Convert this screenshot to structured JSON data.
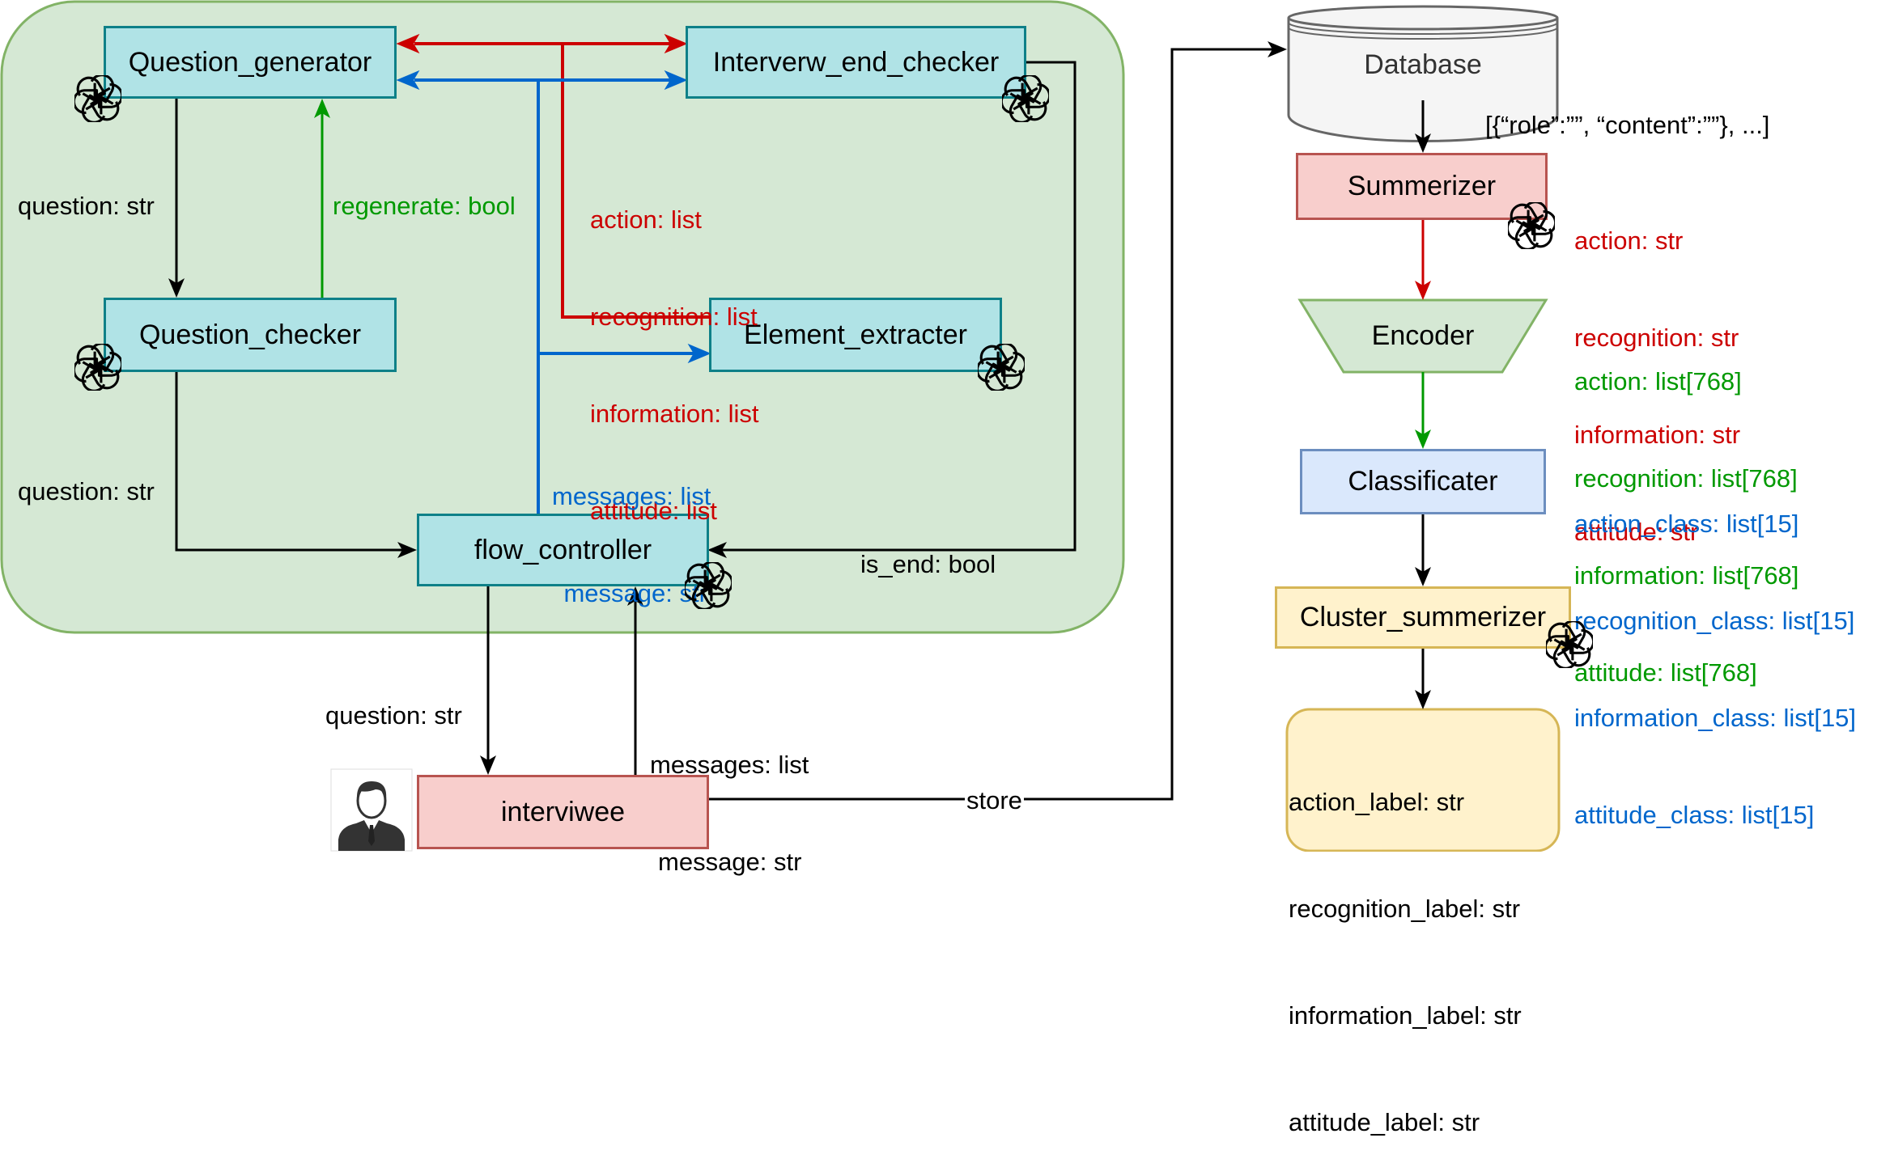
{
  "colors": {
    "panel_fill": "#d5e8d4",
    "panel_border": "#82b366",
    "teal_fill": "#b0e3e6",
    "teal_border": "#0e8088",
    "red_fill": "#f8cecc",
    "red_border": "#b85450",
    "blue_fill": "#dae8fc",
    "blue_border": "#6c8ebf",
    "yellow_fill": "#fff2cc",
    "yellow_border": "#d6b656",
    "arrow_red": "#cc0000",
    "arrow_blue": "#0066cc",
    "arrow_green": "#009900",
    "arrow_black": "#000000"
  },
  "icons": {
    "model": "openai-logo-icon",
    "person": "user-avatar-icon",
    "storage": "database-cylinder-icon"
  },
  "nodes": {
    "question_generator": "Question_generator",
    "interview_end_checker": "Interverw_end_checker",
    "question_checker": "Question_checker",
    "element_extracter": "Element_extracter",
    "flow_controller": "flow_controller",
    "interviwee": "interviwee",
    "database": "Database",
    "summerizer": "Summerizer",
    "encoder": "Encoder",
    "classificater": "Classificater",
    "cluster_summerizer": "Cluster_summerizer"
  },
  "labels": {
    "question_str_1": "question: str",
    "regenerate": "regenerate: bool",
    "question_str_2": "question: str",
    "extracted_elements": [
      "action: list",
      "recognition: list",
      "information: list",
      "attitude: list"
    ],
    "controller_messages": [
      "messages: list",
      "message: str"
    ],
    "is_end": "is_end: bool",
    "question_str_3": "question: str",
    "interviewee_messages": [
      "messages: list",
      "message: str"
    ],
    "store": "store",
    "db_format": "[{“role”:””, “content”:””}, ...]",
    "summary_fields": [
      "action: str",
      "recognition: str",
      "information: str",
      "attitude: str"
    ],
    "encoded_fields": [
      "action: list[768]",
      "recognition: list[768]",
      "information: list[768]",
      "attitude: list[768]"
    ],
    "class_fields": [
      "action_class: list[15]",
      "recognition_class: list[15]",
      "information_class: list[15]",
      "attitude_class: list[15]"
    ]
  },
  "output_labels": [
    "action_label: str",
    "recognition_label: str",
    "information_label: str",
    "attitude_label: str"
  ]
}
